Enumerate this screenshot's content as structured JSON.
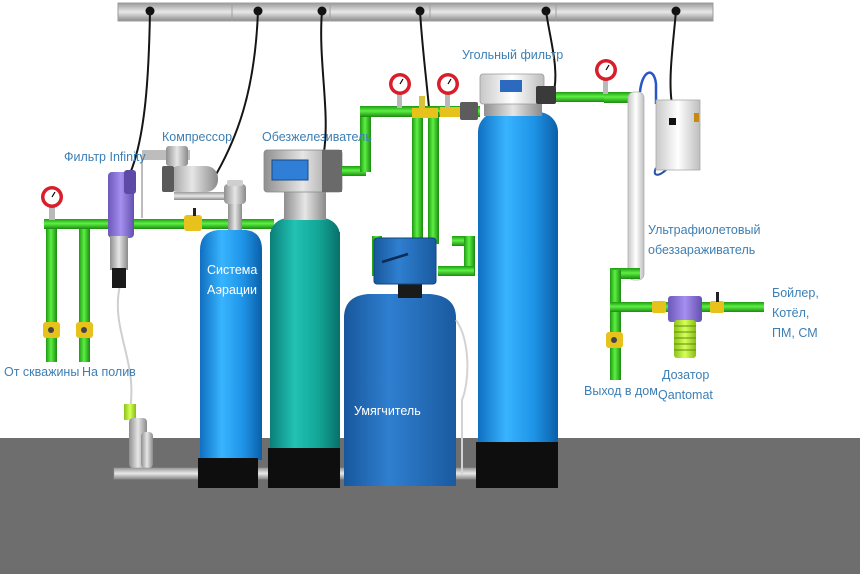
{
  "labels": {
    "from_well": "От скважины",
    "watering": "На полив",
    "infinity_filter": "Фильтр Infinity",
    "compressor": "Компрессор",
    "iron_removal": "Обезжелезиватель",
    "aeration_line1": "Система",
    "aeration_line2": "Аэрации",
    "softener": "Умягчитель",
    "carbon_filter": "Угольный фильтр",
    "uv_line1": "Ультрафиолетовый",
    "uv_line2": "обеззараживатель",
    "to_house": "Выход в дом",
    "dosing_line1": "Дозатор",
    "dosing_line2": "Qantomat",
    "boiler_line1": "Бойлер,",
    "boiler_line2": "Котёл,",
    "boiler_line3": "ПМ, СМ"
  },
  "colors": {
    "label": "#3d7fb4",
    "pipe": "#33c81e",
    "tank_blue": "#1f9be8",
    "tank_teal": "#14a79a",
    "softener_cabinet": "#1f67b3",
    "floor": "#6e6e6e",
    "gauge_rim": "#d81e2a"
  }
}
